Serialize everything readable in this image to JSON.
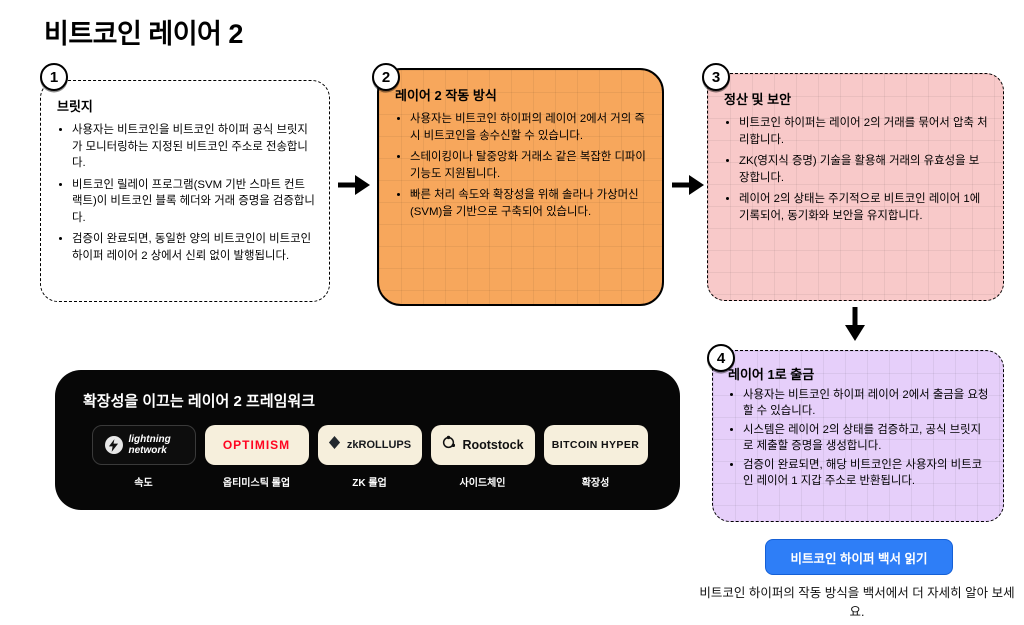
{
  "page": {
    "title": "비트코인 레이어 2"
  },
  "colors": {
    "step1_bg": "#ffffff",
    "step2_bg": "#F7A75C",
    "step3_bg": "#F8C9C9",
    "step4_bg": "#E6CFFA",
    "framework_bg": "#070707",
    "badge_cream": "#F6EFDC",
    "cta_bg": "#2E7EF7",
    "optimism_red": "#FF0420"
  },
  "steps": [
    {
      "number": "1",
      "title": "브릿지",
      "bullets": [
        "사용자는 비트코인을 비트코인 하이퍼 공식 브릿지가 모니터링하는 지정된 비트코인 주소로 전송합니다.",
        "비트코인 릴레이 프로그램(SVM 기반 스마트 컨트랙트)이 비트코인 블록 헤더와 거래 증명을 검증합니다.",
        "검증이 완료되면, 동일한 양의 비트코인이 비트코인 하이퍼 레이어 2 상에서 신뢰 없이 발행됩니다."
      ]
    },
    {
      "number": "2",
      "title": "레이어 2 작동 방식",
      "bullets": [
        "사용자는 비트코인 하이퍼의 레이어 2에서 거의 즉시 비트코인을 송수신할 수 있습니다.",
        "스테이킹이나 탈중앙화 거래소 같은 복잡한 디파이 기능도 지원됩니다.",
        "빠른 처리 속도와 확장성을 위해 솔라나 가상머신(SVM)을 기반으로 구축되어 있습니다."
      ]
    },
    {
      "number": "3",
      "title": "정산 및 보안",
      "bullets": [
        "비트코인 하이퍼는 레이어 2의 거래를 묶어서 압축 처리합니다.",
        "ZK(영지식 증명) 기술을 활용해 거래의 유효성을 보장합니다.",
        "레이어 2의 상태는 주기적으로 비트코인 레이어 1에 기록되어, 동기화와 보안을 유지합니다."
      ]
    },
    {
      "number": "4",
      "title": "레이어 1로 출금",
      "bullets": [
        "사용자는 비트코인 하이퍼 레이어 2에서 출금을 요청할 수 있습니다.",
        "시스템은 레이어 2의 상태를 검증하고, 공식 브릿지로 제출할 증명을 생성합니다.",
        "검증이 완료되면, 해당 비트코인은 사용자의 비트코인 레이어 1 지갑 주소로 반환됩니다."
      ]
    }
  ],
  "framework": {
    "title": "확장성을 이끄는 레이어 2 프레임워크",
    "logos": [
      {
        "name": "lightning network",
        "label": "속도"
      },
      {
        "name": "OPTIMISM",
        "label": "옵티미스틱 롤업"
      },
      {
        "name": "zkROLLUPS",
        "label": "ZK 롤업"
      },
      {
        "name": "Rootstock",
        "label": "사이드체인"
      },
      {
        "name": "BITCOIN HYPER",
        "label": "확장성"
      }
    ]
  },
  "cta": {
    "label": "비트코인 하이퍼 백서 읽기"
  },
  "footer": {
    "text": "비트코인 하이퍼의 작동 방식을 백서에서 더 자세히 알아 보세요."
  }
}
